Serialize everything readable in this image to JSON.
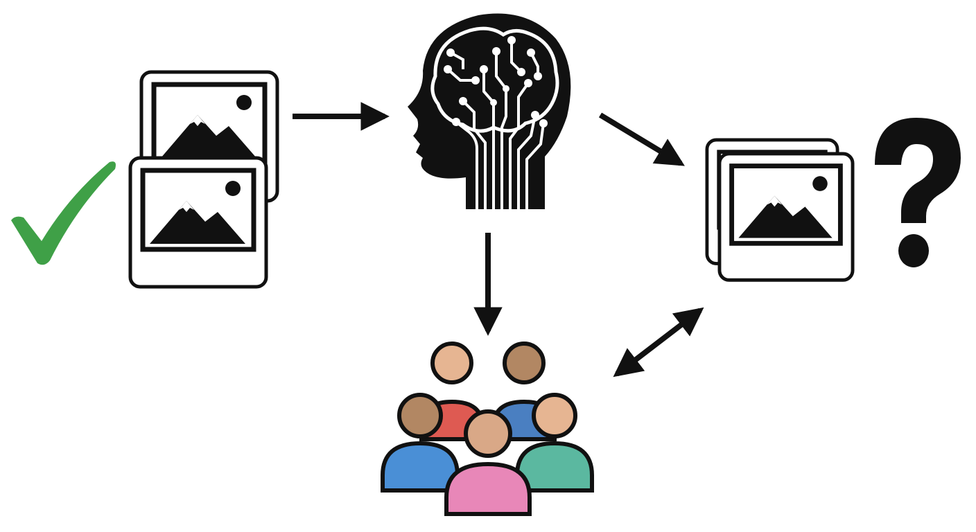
{
  "diagram": {
    "nodes": [
      {
        "id": "labeled-images",
        "icon": "image-stack-icon",
        "status_icon": "checkmark-icon"
      },
      {
        "id": "ai-model",
        "icon": "ai-brain-head-icon"
      },
      {
        "id": "unlabeled-images",
        "icon": "image-stack-icon",
        "status_icon": "question-mark-icon"
      },
      {
        "id": "human-annotators",
        "icon": "people-group-icon"
      }
    ],
    "edges": [
      {
        "from": "labeled-images",
        "to": "ai-model",
        "direction": "forward"
      },
      {
        "from": "ai-model",
        "to": "unlabeled-images",
        "direction": "forward"
      },
      {
        "from": "ai-model",
        "to": "human-annotators",
        "direction": "forward"
      },
      {
        "from": "human-annotators",
        "to": "unlabeled-images",
        "direction": "bidirectional"
      }
    ],
    "colors": {
      "stroke": "#111111",
      "check": "#3fa047",
      "person_red": "#de5a52",
      "person_blue_back": "#4a7fc1",
      "person_blue": "#4a8fd6",
      "person_teal": "#5bb8a0",
      "person_pink": "#e887b8",
      "skin_light": "#e6b592",
      "skin_mid": "#d9a887",
      "skin_dark": "#b28763"
    }
  }
}
